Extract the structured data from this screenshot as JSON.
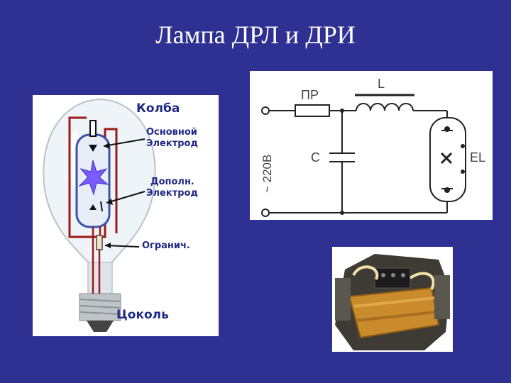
{
  "slide": {
    "title": "Лампа ДРЛ и ДРИ"
  },
  "lamp_diagram": {
    "labels": {
      "bulb": "Колба",
      "main_electrode_line1": "Основной",
      "main_electrode_line2": "Электрод",
      "aux_electrode_line1": "Дополн.",
      "aux_electrode_line2": "Электрод",
      "limiter": "Огранич.",
      "base": "Цоколь"
    },
    "label_color": "#1f2a87",
    "wire_color": "#9b1b1b",
    "discharge_color": "#7a5cff"
  },
  "circuit": {
    "fuse": "ПР",
    "inductor": "L",
    "capacitor": "C",
    "voltage": "~ 220В",
    "lamp": "EL"
  },
  "ballast_photo": {
    "icon": "ballast-choke-photo"
  }
}
